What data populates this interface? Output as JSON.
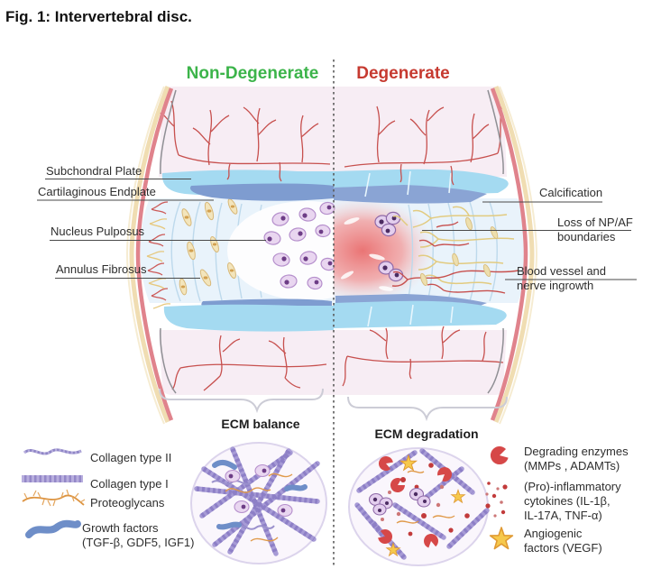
{
  "figure_title": "Fig. 1: Intervertebral disc.",
  "panels": {
    "left_header": "Non-Degenerate",
    "right_header": "Degenerate"
  },
  "anatomy_labels_left": {
    "subchondral_plate": "Subchondral Plate",
    "cartilaginous_endplate": "Cartilaginous Endplate",
    "nucleus_pulposus": "Nucleus Pulposus",
    "annulus_fibrosus": "Annulus Fibrosus"
  },
  "anatomy_labels_right": {
    "calcification": "Calcification",
    "np_af_boundaries": "Loss of NP/AF\nboundaries",
    "blood_vessel_nerve": "Blood vessel and\nnerve ingrowth"
  },
  "ecm": {
    "balance": "ECM balance",
    "degradation": "ECM degradation"
  },
  "legend_left": {
    "collagen2": "Collagen type II",
    "collagen1": "Collagen type I",
    "proteoglycans": "Proteoglycans",
    "growth_factors": "Growth factors\n(TGF-β, GDF5, IGF1)"
  },
  "legend_right": {
    "degrading_enzymes": "Degrading enzymes\n(MMPs , ADAMTs)",
    "cytokines": "(Pro)-inflammatory\ncytokines (IL-1β,\nIL-17A, TNF-α)",
    "angiogenic": "Angiogenic\nfactors (VEGF)"
  },
  "icons": {
    "collagen2": "collagen-type-2-icon",
    "collagen1": "collagen-type-1-icon",
    "proteoglycans": "proteoglycans-icon",
    "growth_factors": "growth-factors-icon",
    "degrading_enzymes": "degrading-enzymes-icon",
    "cytokines": "inflammatory-cytokines-icon",
    "angiogenic": "angiogenic-star-icon"
  },
  "colors": {
    "header_green": "#3cb44a",
    "header_red": "#c63a30",
    "vessel_red": "#c7504e",
    "subchondral_blue": "#a4daf1",
    "endplate_blue": "#7e9cd0",
    "body_pink": "#f7edf4",
    "degenerate_core_red": "#ec7b7b",
    "enzyme_red": "#d64848",
    "star_yellow": "#f6c94d",
    "fiber_purple": "#9b8ed0",
    "proteoglycan_orange": "#e09a4a",
    "growth_blue": "#6e8ec8"
  }
}
